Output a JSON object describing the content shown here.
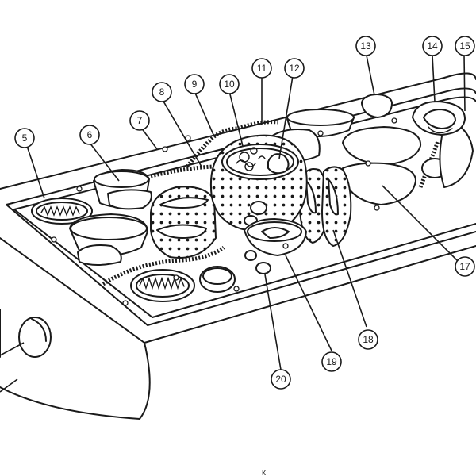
{
  "labels": [
    {
      "id": "5",
      "text": "5"
    },
    {
      "id": "6",
      "text": "6"
    },
    {
      "id": "7",
      "text": "7"
    },
    {
      "id": "8",
      "text": "8"
    },
    {
      "id": "9",
      "text": "9"
    },
    {
      "id": "10",
      "text": "10"
    },
    {
      "id": "11",
      "text": "11"
    },
    {
      "id": "12",
      "text": "12"
    },
    {
      "id": "13",
      "text": "13"
    },
    {
      "id": "14",
      "text": "14"
    },
    {
      "id": "15",
      "text": "15"
    },
    {
      "id": "17",
      "text": "17"
    },
    {
      "id": "18",
      "text": "18"
    },
    {
      "id": "19",
      "text": "19"
    },
    {
      "id": "20",
      "text": "20"
    }
  ],
  "footer_glyph": "к",
  "colors": {
    "outline": "#1a1a1a",
    "background": "#ffffff"
  }
}
